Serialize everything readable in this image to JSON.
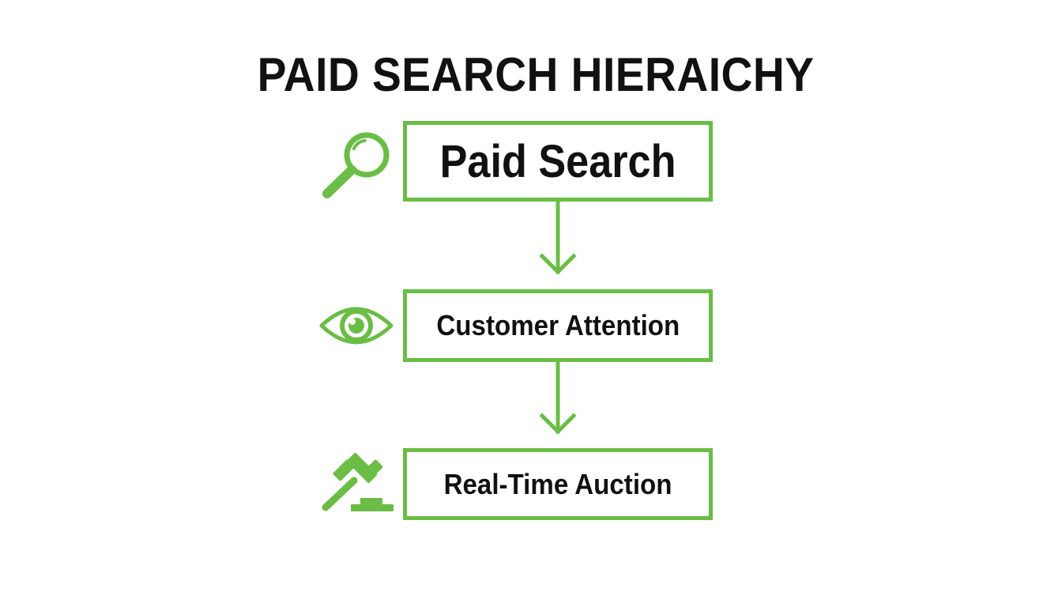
{
  "title": "PAID SEARCH HIERAICHY",
  "nodes": [
    {
      "label": "Paid Search",
      "icon": "magnifier-icon"
    },
    {
      "label": "Customer Attention",
      "icon": "eye-icon"
    },
    {
      "label": "Real-Time Auction",
      "icon": "gavel-icon"
    }
  ],
  "colors": {
    "accent": "#6abd45",
    "text": "#111111",
    "background": "#ffffff"
  }
}
